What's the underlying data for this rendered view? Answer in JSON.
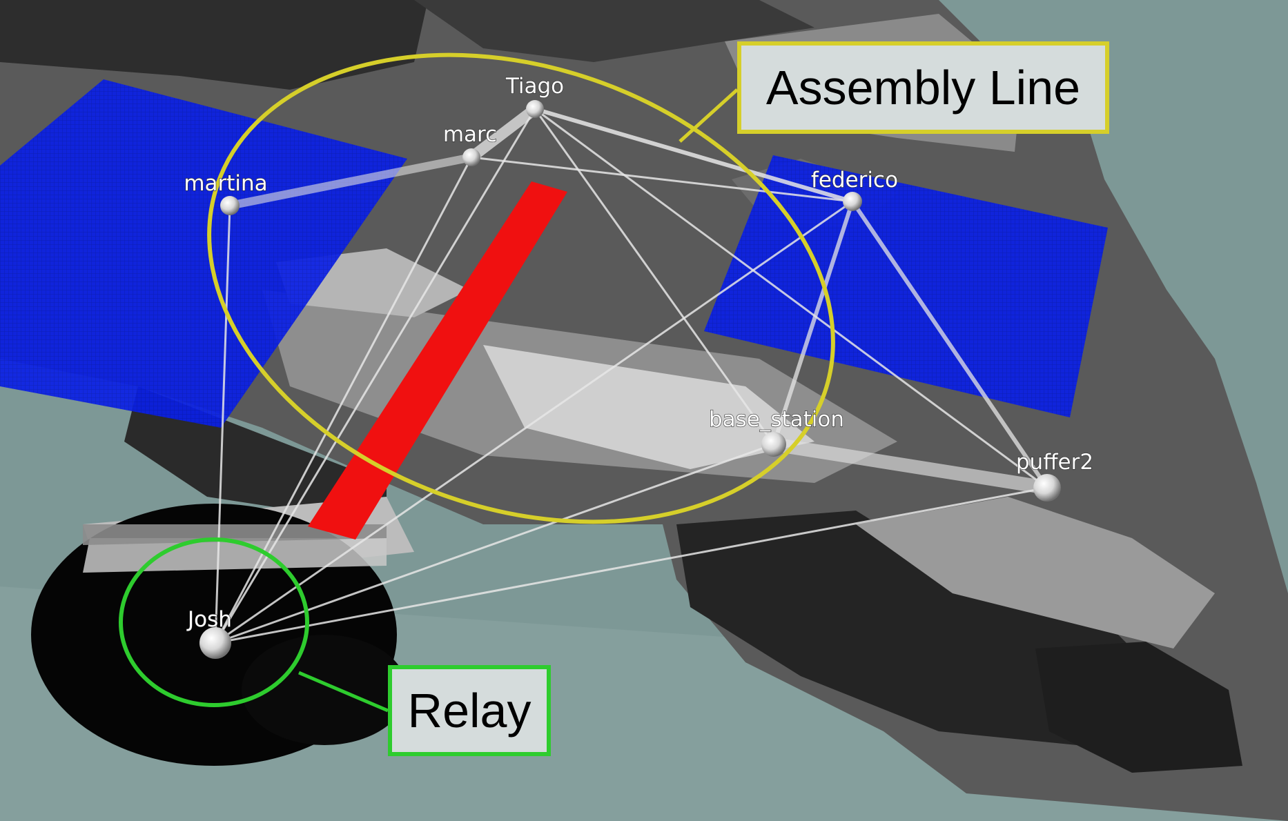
{
  "callouts": {
    "assembly": "Assembly Line",
    "relay": "Relay"
  },
  "colors": {
    "zone_blue": "#0a1fe6",
    "zone_red": "#f01010",
    "assembly_outline": "#d6cf2a",
    "relay_outline": "#2ecc2e",
    "link": "#e6e6e6"
  },
  "nodes": [
    {
      "id": "tiago",
      "label": "Tiago"
    },
    {
      "id": "marc",
      "label": "marc"
    },
    {
      "id": "martina",
      "label": "martina"
    },
    {
      "id": "federico",
      "label": "federico"
    },
    {
      "id": "base_station",
      "label": "base_station"
    },
    {
      "id": "puffer2",
      "label": "puffer2"
    },
    {
      "id": "josh",
      "label": "Josh"
    }
  ]
}
